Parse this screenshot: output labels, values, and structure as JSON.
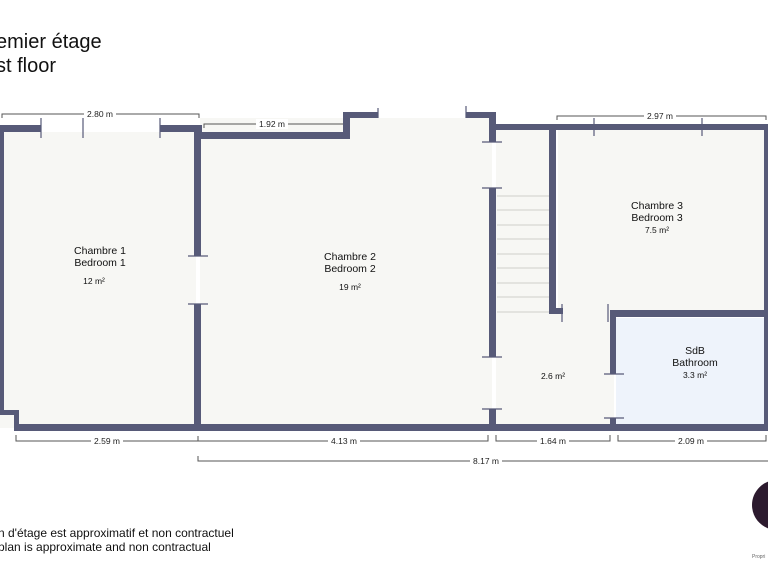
{
  "header": {
    "title_fr": "Premier étage",
    "title_en": "First floor",
    "title_fr_visible": "emier étage",
    "title_en_visible": "st floor"
  },
  "colors": {
    "wall": "#575a78",
    "floor": "#f7f7f4",
    "bathroom_floor": "#eef3fb",
    "dimension_line": "#555555",
    "logo": "#2c1a2e"
  },
  "rooms": [
    {
      "name_fr": "Chambre 1",
      "name_en": "Bedroom 1",
      "area": "12 m²"
    },
    {
      "name_fr": "Chambre 2",
      "name_en": "Bedroom 2",
      "area": "19 m²"
    },
    {
      "name_fr": "Chambre 3",
      "name_en": "Bedroom 3",
      "area": "7.5 m²"
    },
    {
      "name_fr": "SdB",
      "name_en": "Bathroom",
      "area": "3.3 m²"
    },
    {
      "name_fr": "",
      "name_en": "",
      "area": "2.6 m²"
    }
  ],
  "dimensions": {
    "top_bedroom1": "2.80 m",
    "top_bedroom2": "1.92 m",
    "top_bedroom3": "2.97 m",
    "bottom_bedroom1": "2.59 m",
    "bottom_bedroom2": "4.13 m",
    "bottom_hall": "1.64 m",
    "bottom_bathroom": "2.09 m",
    "total": "8.17 m"
  },
  "disclaimer": {
    "fr": "n d'étage est approximatif et non contractuel",
    "en": "plan is approximate and non contractual"
  },
  "logo": {
    "caption": "Propri"
  }
}
